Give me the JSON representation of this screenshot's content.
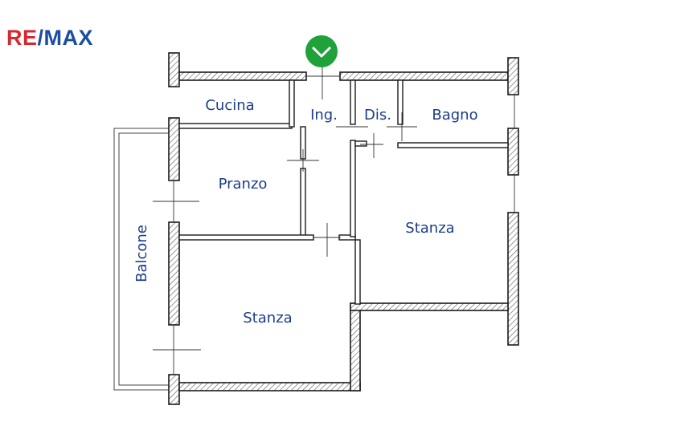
{
  "brand": {
    "part1": "RE",
    "slash": "/",
    "part2": "MAX",
    "color_red": "#d7282f",
    "color_blue": "#1b4da0"
  },
  "entrance_marker": {
    "icon": "chevron-down-icon",
    "color": "#1fa23a"
  },
  "rooms": {
    "cucina": "Cucina",
    "ingresso": "Ing.",
    "disimpegno": "Dis.",
    "bagno": "Bagno",
    "pranzo": "Pranzo",
    "stanza_right": "Stanza",
    "stanza_bottom": "Stanza",
    "balcone": "Balcone"
  },
  "colors": {
    "label": "#1c3d8a",
    "wall": "#1a1a1a"
  }
}
